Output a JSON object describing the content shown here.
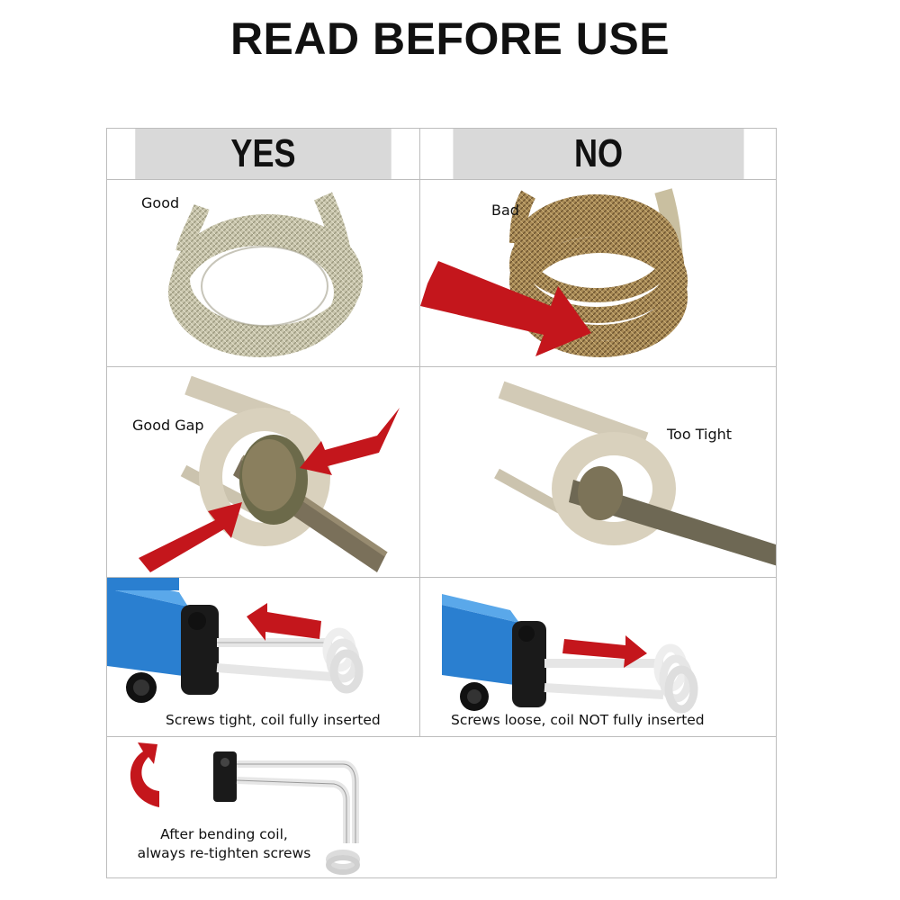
{
  "page": {
    "title": "READ BEFORE USE"
  },
  "table": {
    "headers": {
      "yes": "YES",
      "no": "NO"
    },
    "rows": [
      {
        "yes_label": "Good",
        "no_label": "Bad"
      },
      {
        "yes_label": "Good Gap",
        "no_label": "Too Tight"
      },
      {
        "yes_label": "Screws tight, coil fully inserted",
        "no_label": "Screws loose, coil NOT fully inserted"
      },
      {
        "yes_label_line1": "After bending coil,",
        "yes_label_line2": "always re-tighten screws"
      }
    ]
  },
  "colors": {
    "arrow_red": "#c4161c",
    "header_gray": "#d9d9d9",
    "heater_blue": "#2a7fd0",
    "coil_beige": "#d8d2c0"
  },
  "icons": [
    "coil-image",
    "red-arrow",
    "induction-heater",
    "curved-arrow-icon"
  ]
}
